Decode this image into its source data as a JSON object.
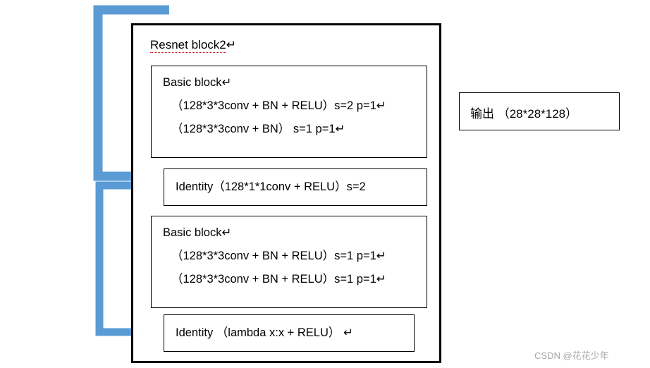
{
  "diagram": {
    "outer_block": {
      "title": "Resnet block2",
      "title_mark": "↵"
    },
    "blocks": [
      {
        "id": "basic1",
        "name": "Basic block",
        "lines": [
          "Basic block↵",
          "（128*3*3conv + BN + RELU）s=2 p=1↵",
          "（128*3*3conv + BN） s=1 p=1↵"
        ]
      },
      {
        "id": "ident1",
        "name": "Identity conv",
        "lines": [
          "Identity（128*1*1conv + RELU）s=2"
        ]
      },
      {
        "id": "basic2",
        "name": "Basic block",
        "lines": [
          "Basic block↵",
          "（128*3*3conv + BN + RELU）s=1 p=1↵",
          "（128*3*3conv + BN + RELU）s=1 p=1↵"
        ]
      },
      {
        "id": "ident2",
        "name": "Identity lambda",
        "lines": [
          "Identity （lambda x:x + RELU） ↵"
        ]
      }
    ],
    "output": {
      "label": "输出 （28*28*128）"
    },
    "arrows": {
      "color": "#5B9BD5",
      "count": 2
    }
  },
  "watermark": {
    "text": "CSDN @花花少年"
  }
}
